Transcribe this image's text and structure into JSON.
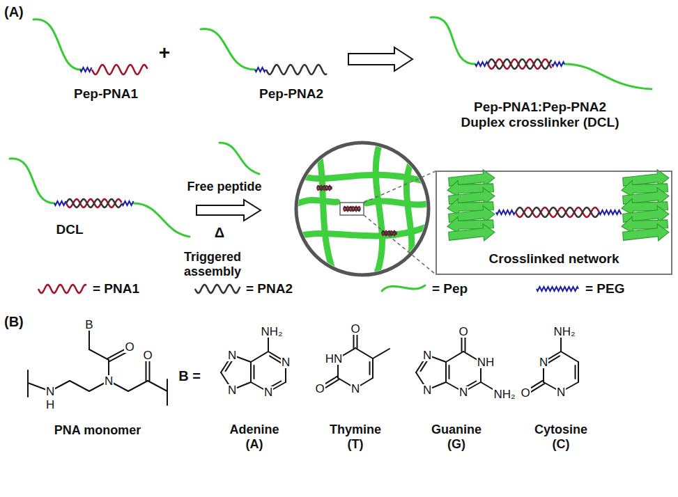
{
  "diagram": {
    "nodes": [
      {
        "text": [
          "Crosslinked network"
        ]
      }
    ],
    "labels": [
      "(A)",
      "Pep-PNA1",
      "+",
      "Pep-PNA2",
      "Pep-PNA1:Pep-PNA2 Duplex crosslinker (DCL)",
      "DCL",
      "Free peptide",
      "Δ",
      "Triggered assembly",
      "(B)",
      "B",
      "O",
      "O",
      "N",
      "H",
      "N",
      "PNA monomer",
      "B =",
      "NH₂",
      "N",
      "N",
      "N",
      "N",
      "Adenine (A)",
      "O",
      "HN",
      "O",
      "N",
      "Thymine (T)",
      "O",
      "N",
      "NH",
      "N",
      "N",
      "NH₂",
      "Guanine (G)",
      "NH₂",
      "N",
      "O",
      "N",
      "Cytosine (C)"
    ],
    "legend": [
      {
        "text": "= PNA1"
      },
      {
        "text": "= PNA2"
      },
      {
        "text": "= Pep"
      },
      {
        "text": "= PEG"
      }
    ]
  }
}
